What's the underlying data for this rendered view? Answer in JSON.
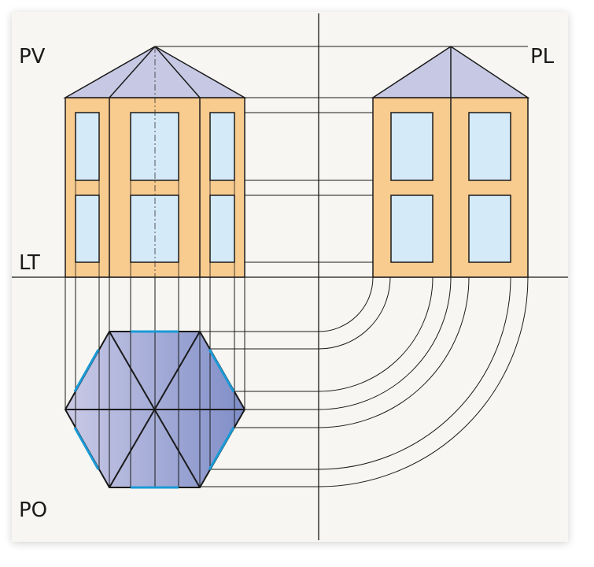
{
  "labels": {
    "pv": "PV",
    "pl": "PL",
    "lt": "LT",
    "po": "PO"
  },
  "colors": {
    "wall": "#f8cb8f",
    "window": "#d4eaf8",
    "roof": "#c7c9e4",
    "hex_left": "#cacae6",
    "hex_right": "#7f8ec8",
    "edge_highlight": "#1a9ad6",
    "line": "#1a1a1a"
  }
}
